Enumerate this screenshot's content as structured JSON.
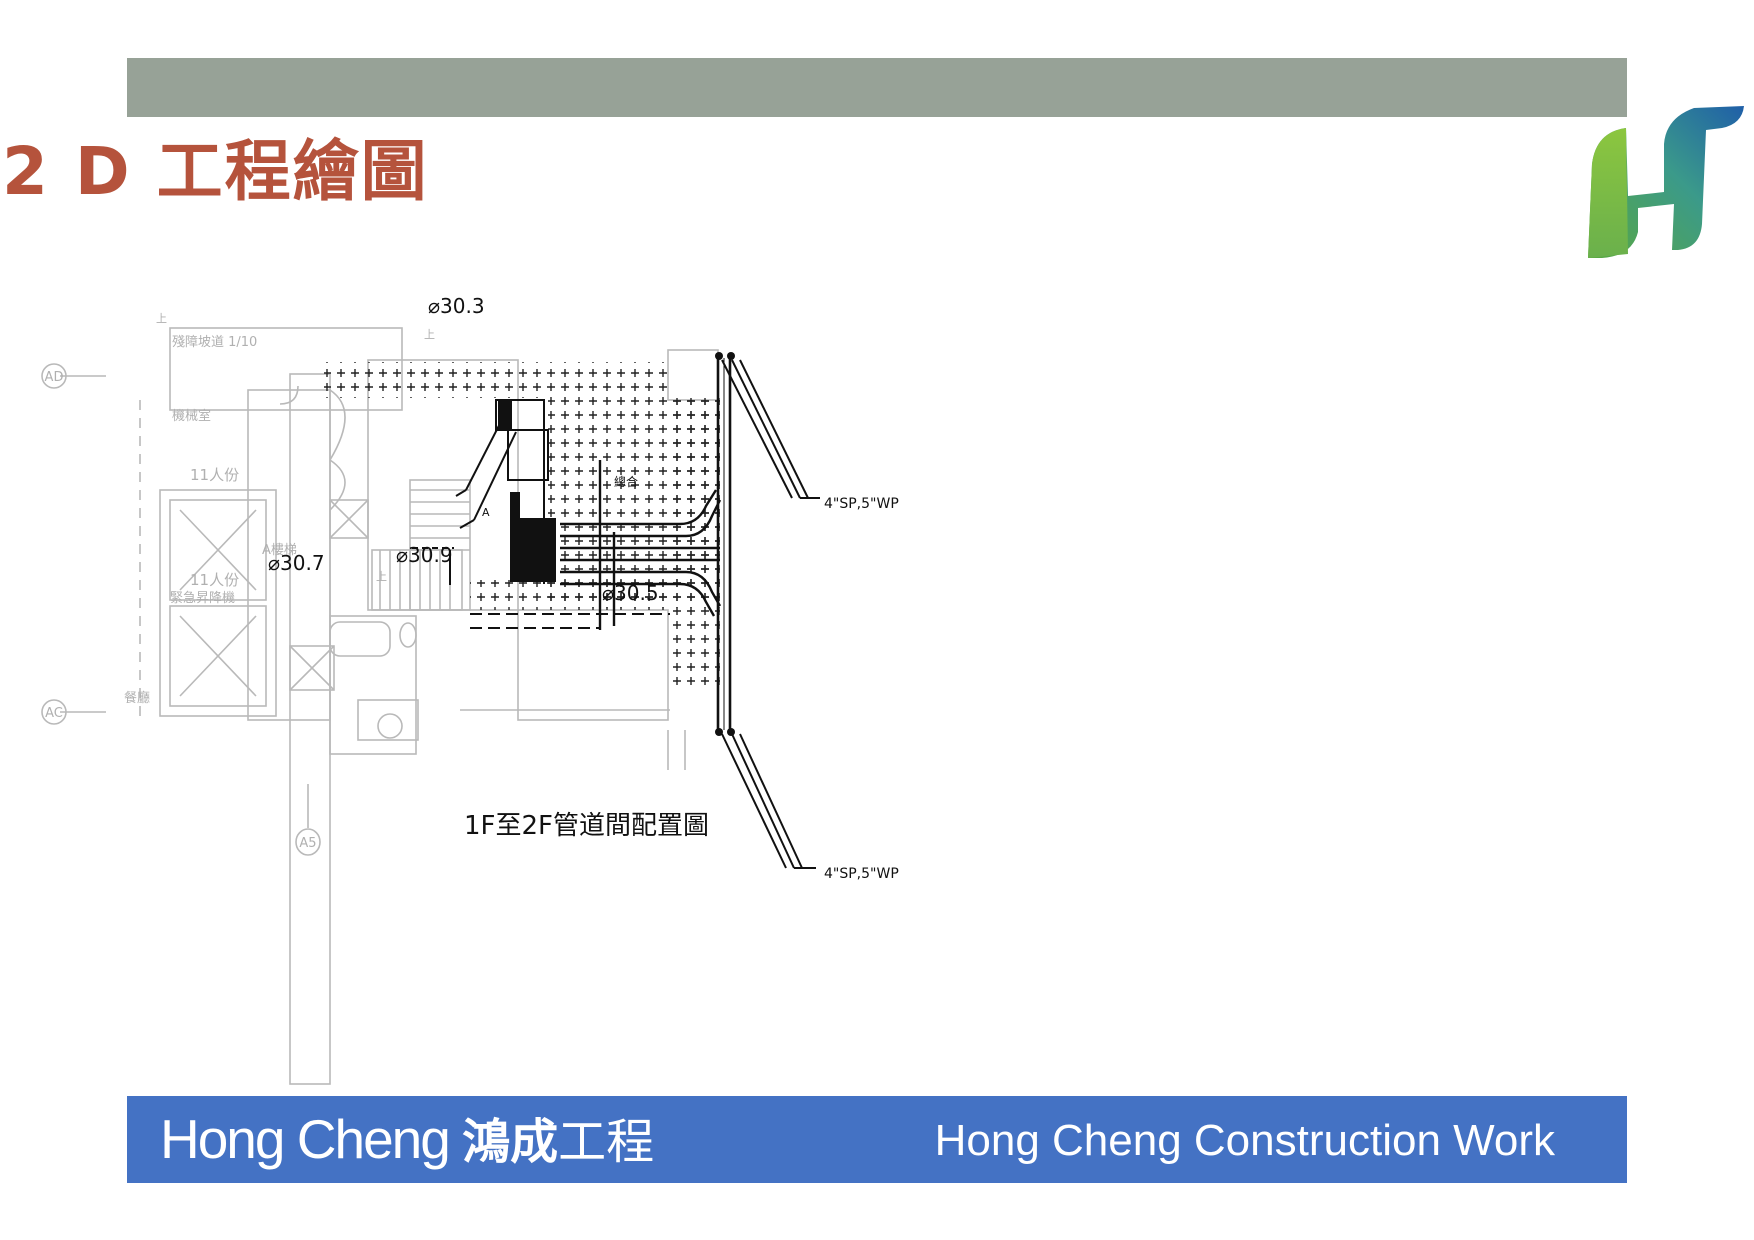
{
  "slide": {
    "title": "2 D 工程繪圖"
  },
  "drawing": {
    "caption": "1F至2F管道間配置圖",
    "elevations": [
      "30.3",
      "30.7",
      "30.9",
      "30.5"
    ],
    "pipe_labels": [
      "4\"SP,5\"WP",
      "4\"SP,5\"WP"
    ],
    "grid_labels": [
      "AD",
      "AC",
      "A5"
    ],
    "room_labels": [
      "殘障坡道 1/10",
      "機械室",
      "11人份",
      "11人份",
      "緊急昇降機",
      "A樓梯",
      "餐廳"
    ],
    "small_notes": [
      "上",
      "上",
      "上",
      "A",
      "總合"
    ]
  },
  "footer": {
    "brand_en": "Hong Cheng",
    "brand_zh_bold": "鴻成",
    "brand_zh": "工程",
    "tagline": "Hong Cheng Construction Work"
  },
  "colors": {
    "top_band": "#97a297",
    "title": "#b5533c",
    "footer": "#4472c4",
    "logo_blue": "#1f5fa8",
    "logo_green": "#6ab04c"
  },
  "icons": {
    "logo": "hong-cheng-h-logo-icon"
  }
}
